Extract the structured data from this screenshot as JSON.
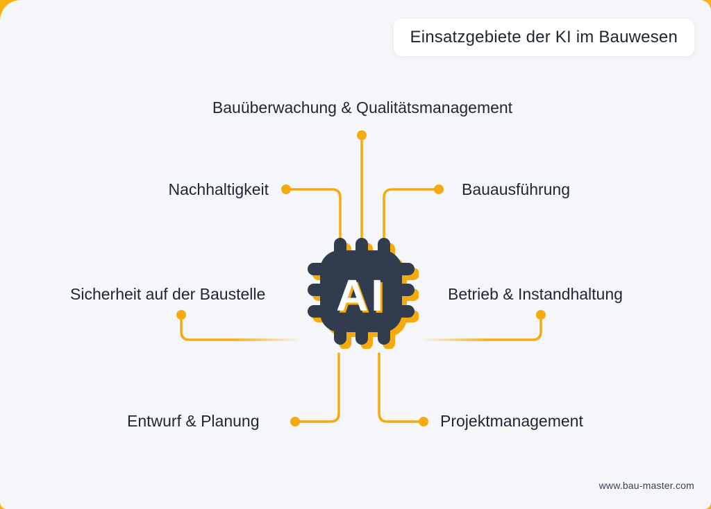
{
  "header": {
    "badge": "Einsatzgebiete der KI im Bauwesen"
  },
  "center": {
    "chip_label": "AI"
  },
  "nodes": {
    "top": "Bauüberwachung & Qualitätsmanagement",
    "upper_left": "Nachhaltigkeit",
    "upper_right": "Bauausführung",
    "middle_left": "Sicherheit auf der Baustelle",
    "middle_right": "Betrieb & Instandhaltung",
    "lower_left": "Entwurf & Planung",
    "lower_right": "Projektmanagement"
  },
  "footer": {
    "website": "www.bau-master.com"
  },
  "colors": {
    "accent_yellow": "#F5AA0D",
    "frame_yellow": "#F9B011",
    "panel_background": "#F4F6F9",
    "chip_body": "#313D4F",
    "text_dark": "#1D2633"
  }
}
